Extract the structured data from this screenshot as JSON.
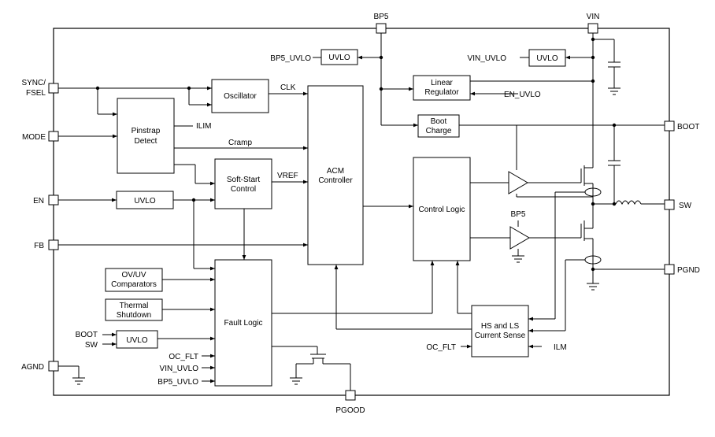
{
  "pins": {
    "bp5": "BP5",
    "vin": "VIN",
    "sync_fsel_1": "SYNC/",
    "sync_fsel_2": "FSEL",
    "mode": "MODE",
    "en": "EN",
    "fb": "FB",
    "agnd": "AGND",
    "boot": "BOOT",
    "sw": "SW",
    "pgnd": "PGND",
    "pgood": "PGOOD"
  },
  "blocks": {
    "uvlo_bp5": "UVLO",
    "uvlo_vin": "UVLO",
    "oscillator": "Oscillator",
    "linear_regulator_1": "Linear",
    "linear_regulator_2": "Regulator",
    "boot_charge_1": "Boot",
    "boot_charge_2": "Charge",
    "pinstrap_1": "Pinstrap",
    "pinstrap_2": "Detect",
    "soft_start_1": "Soft-Start",
    "soft_start_2": "Control",
    "acm_1": "ACM",
    "acm_2": "Controller",
    "control_logic": "Control Logic",
    "uvlo_en": "UVLO",
    "ovuv_1": "OV/UV",
    "ovuv_2": "Comparators",
    "thermal_1": "Thermal",
    "thermal_2": "Shutdown",
    "uvlo_boot": "UVLO",
    "fault_logic": "Fault Logic",
    "current_sense_1": "HS and LS",
    "current_sense_2": "Current Sense"
  },
  "signals": {
    "bp5_uvlo": "BP5_UVLO",
    "vin_uvlo": "VIN_UVLO",
    "en_uvlo": "EN_UVLO",
    "clk": "CLK",
    "ilim": "ILIM",
    "cramp": "Cramp",
    "vref": "VREF",
    "bp5_ls": "BP5",
    "boot_in": "BOOT",
    "sw_in": "SW",
    "oc_flt": "OC_FLT",
    "vin_uvlo_fl": "VIN_UVLO",
    "bp5_uvlo_fl": "BP5_UVLO",
    "oc_flt_cs": "OC_FLT",
    "ilm": "ILM"
  }
}
